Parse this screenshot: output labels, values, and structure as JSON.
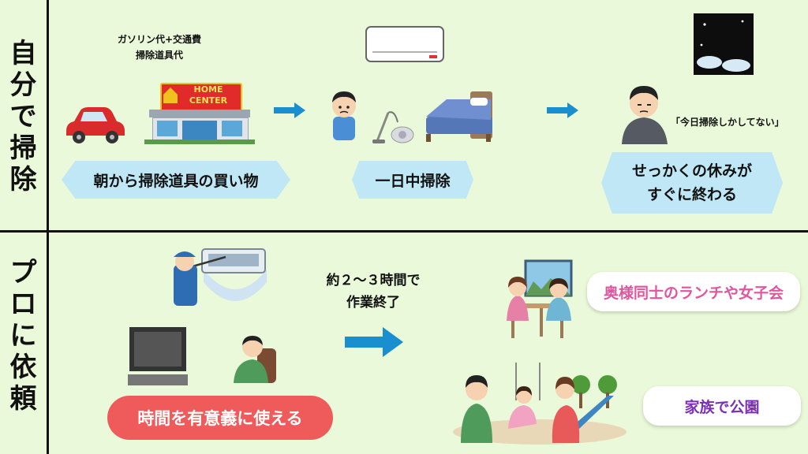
{
  "sides": {
    "diy": [
      "自",
      "分",
      "で",
      "掃",
      "除"
    ],
    "pro": [
      "プ",
      "ロ",
      "に",
      "依",
      "頼"
    ]
  },
  "diy": {
    "cost_line1": "ガソリン代+交通費",
    "cost_line2": "掃除道具代",
    "store_sign_line1": "HOME",
    "store_sign_line2": "CENTER",
    "step1": "朝から掃除道具の買い物",
    "step2": "一日中掃除",
    "step3_line1": "せっかくの休みが",
    "step3_line2": "すぐに終わる",
    "quote": "「今日掃除しかしてない」"
  },
  "pro": {
    "time_line1": "約２～３時間で",
    "time_line2": "作業終了",
    "benefit": "時間を有意義に使える",
    "lunch": "奥様同士のランチや女子会",
    "park": "家族で公園"
  },
  "colors": {
    "background": "#eaf9d9",
    "pill_blue": "#bfe7f6",
    "arrow": "#1a8fcf",
    "benefit_red": "#ef5a5a",
    "lunch_text": "#e0569c",
    "park_text": "#7a2fb5"
  },
  "icons": [
    "car-icon",
    "home-center-icon",
    "worried-man-icon",
    "vacuum-icon",
    "bed-icon",
    "air-conditioner-icon",
    "tired-man-icon",
    "moon-night-icon",
    "ac-cleaner-icon",
    "tv-icon",
    "relaxing-man-icon",
    "lunch-women-icon",
    "family-park-icon"
  ]
}
